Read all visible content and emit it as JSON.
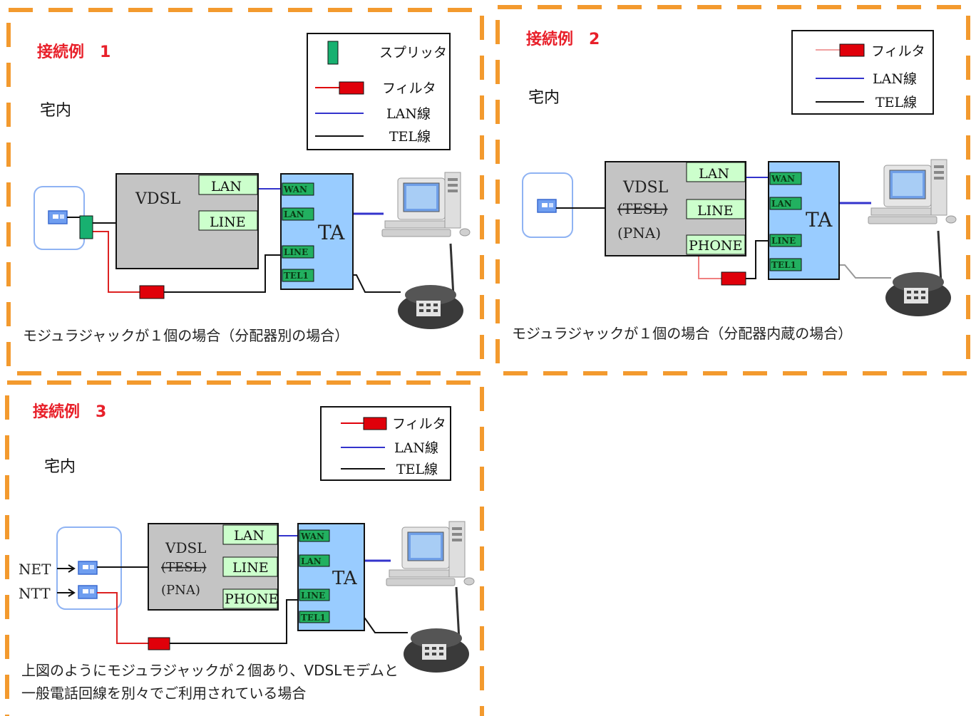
{
  "colors": {
    "frame": "#f39a2e",
    "title": "#e8202a",
    "splitter": "#18b070",
    "filter": "#e0000a",
    "lan_line": "#3333cc",
    "tel_line": "#111111",
    "filter_wire": "#dd2222",
    "vdsl_box": "#c4c4c4",
    "port_box": "#ccffcc",
    "ta_box": "#99ccff",
    "ta_port": "#22b060"
  },
  "examples": [
    {
      "title": "接続例　1",
      "home": "宅内",
      "legend": [
        "スプリッタ",
        "フィルタ",
        "LAN線",
        "TEL線"
      ],
      "vdsl": {
        "lines": [
          "VDSL"
        ],
        "ports": [
          "LAN",
          "LINE"
        ]
      },
      "ta": {
        "label": "TA",
        "ports": [
          "WAN",
          "LAN",
          "LINE",
          "TEL1"
        ]
      },
      "caption": [
        "モジュラジャックが１個の場合（分配器別の場合）"
      ]
    },
    {
      "title": "接続例　2",
      "home": "宅内",
      "legend": [
        "フィルタ",
        "LAN線",
        "TEL線"
      ],
      "vdsl": {
        "lines": [
          "VDSL",
          "(TESL)",
          "(PNA)"
        ],
        "ports": [
          "LAN",
          "LINE",
          "PHONE"
        ]
      },
      "ta": {
        "label": "TA",
        "ports": [
          "WAN",
          "LAN",
          "LINE",
          "TEL1"
        ]
      },
      "caption": [
        "モジュラジャックが１個の場合（分配器内蔵の場合）"
      ]
    },
    {
      "title": "接続例　3",
      "home": "宅内",
      "legend": [
        "フィルタ",
        "LAN線",
        "TEL線"
      ],
      "jack_labels": [
        "NET",
        "NTT"
      ],
      "vdsl": {
        "lines": [
          "VDSL",
          "(TESL)",
          "(PNA)"
        ],
        "ports": [
          "LAN",
          "LINE",
          "PHONE"
        ]
      },
      "ta": {
        "label": "TA",
        "ports": [
          "WAN",
          "LAN",
          "LINE",
          "TEL1"
        ]
      },
      "caption": [
        "上図のようにモジュラジャックが２個あり、VDSLモデムと",
        "一般電話回線を別々でご利用されている場合"
      ]
    }
  ]
}
